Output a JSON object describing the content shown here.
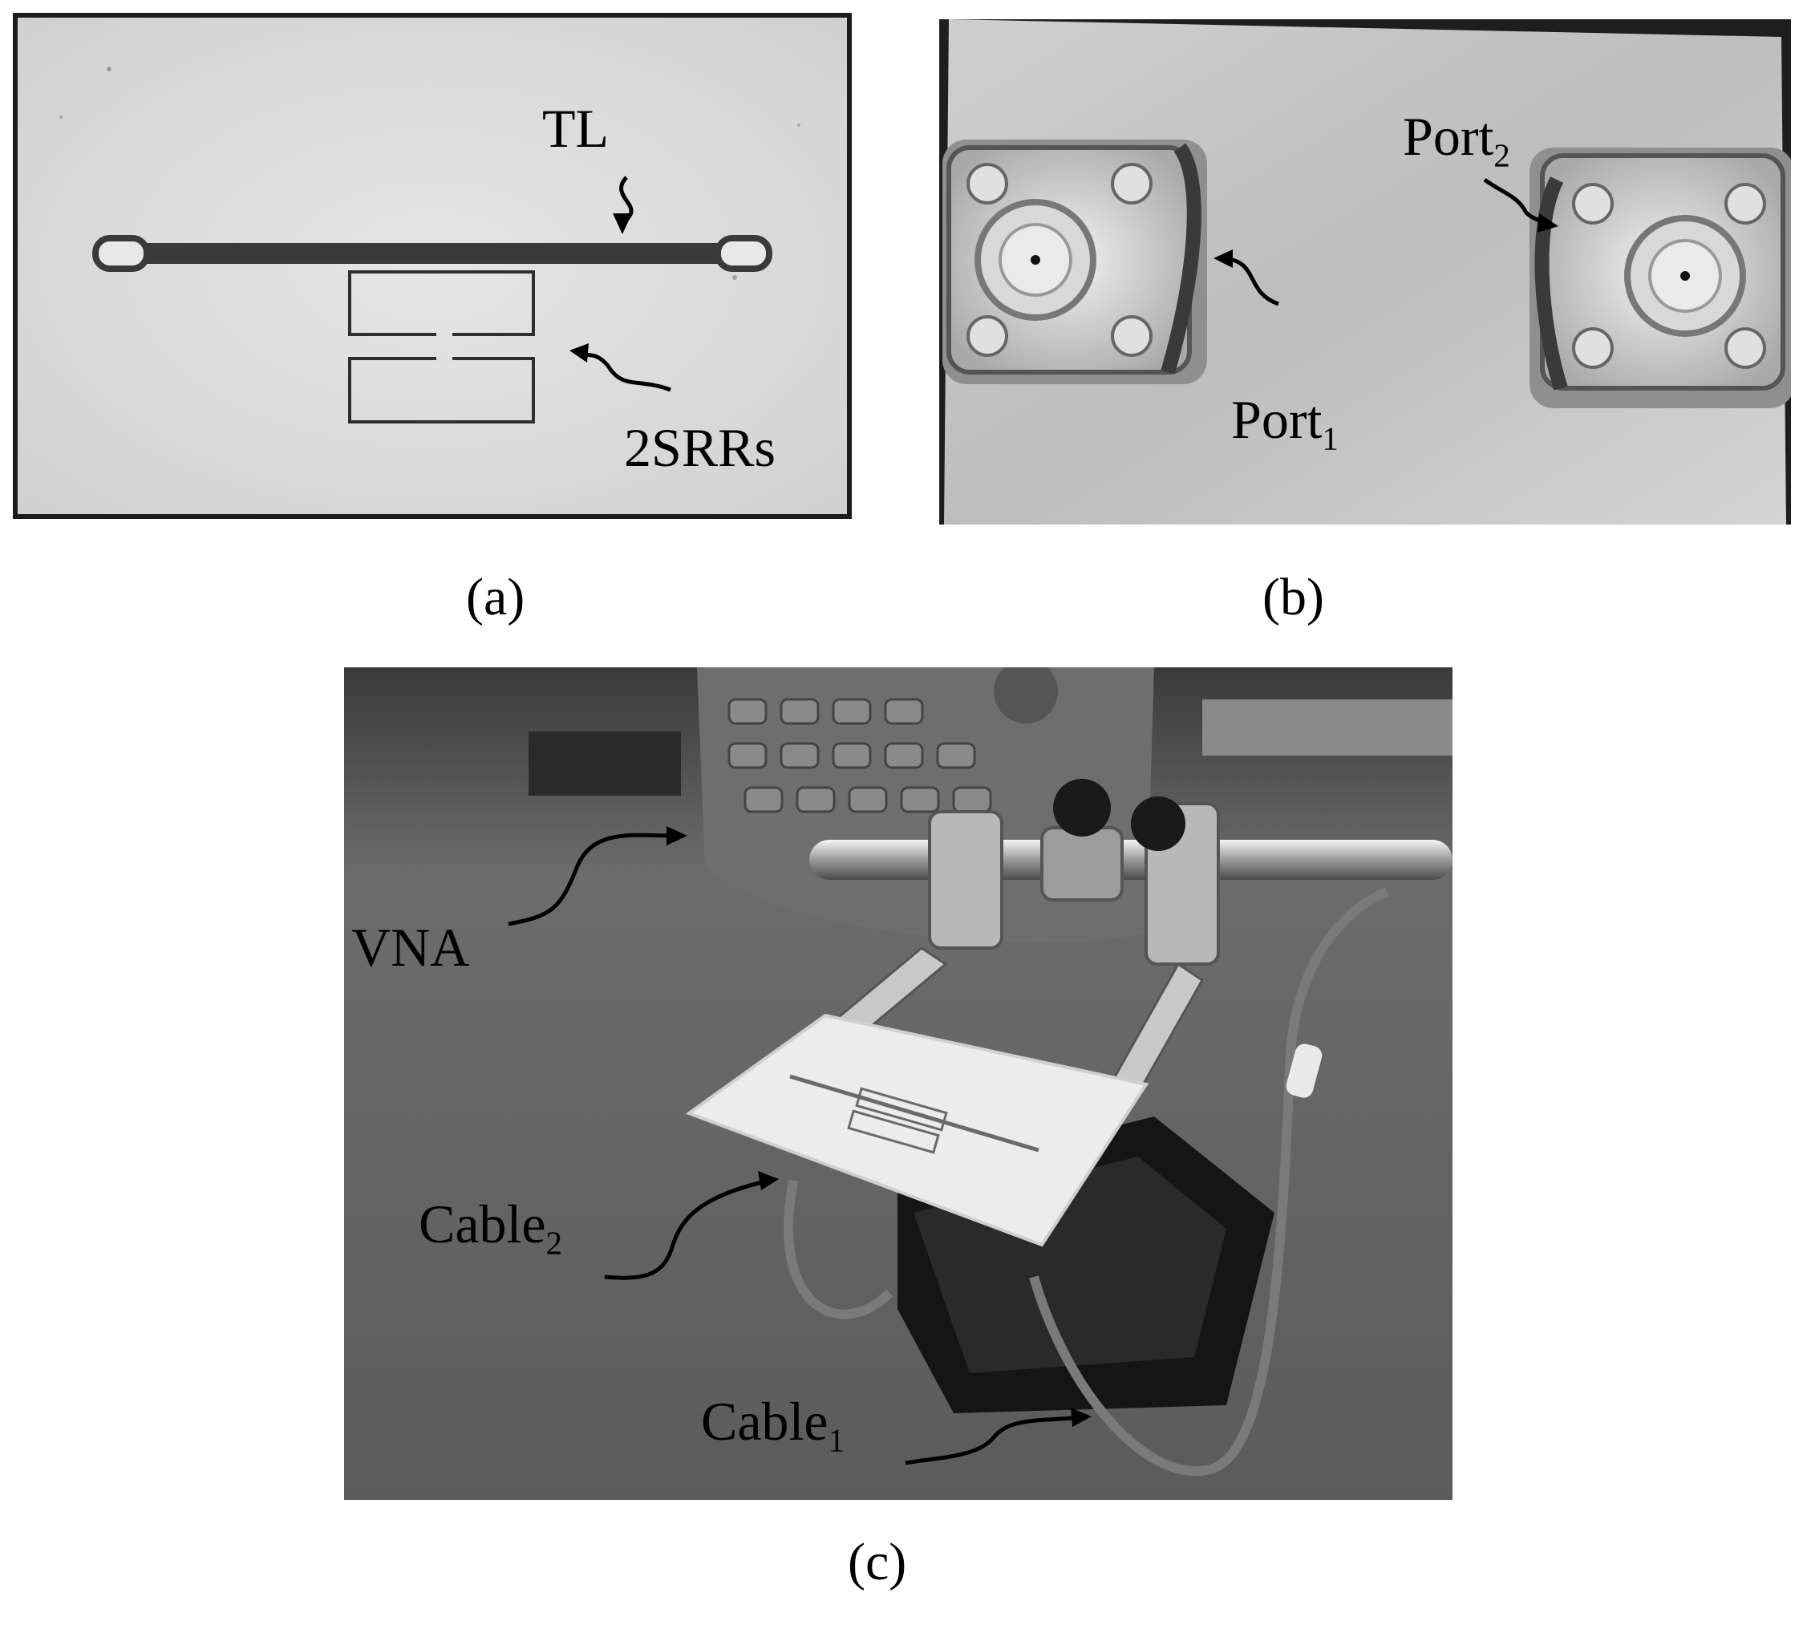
{
  "figure": {
    "panel_a": {
      "caption": "(a)",
      "labels": {
        "tl": "TL",
        "srr": "2SRRs"
      }
    },
    "panel_b": {
      "caption": "(b)",
      "labels": {
        "port1_base": "Port",
        "port1_sub": "1",
        "port2_base": "Port",
        "port2_sub": "2"
      }
    },
    "panel_c": {
      "caption": "(c)",
      "labels": {
        "vna": "VNA",
        "cable2_base": "Cable",
        "cable2_sub": "2",
        "cable1_base": "Cable",
        "cable1_sub": "1"
      }
    }
  }
}
